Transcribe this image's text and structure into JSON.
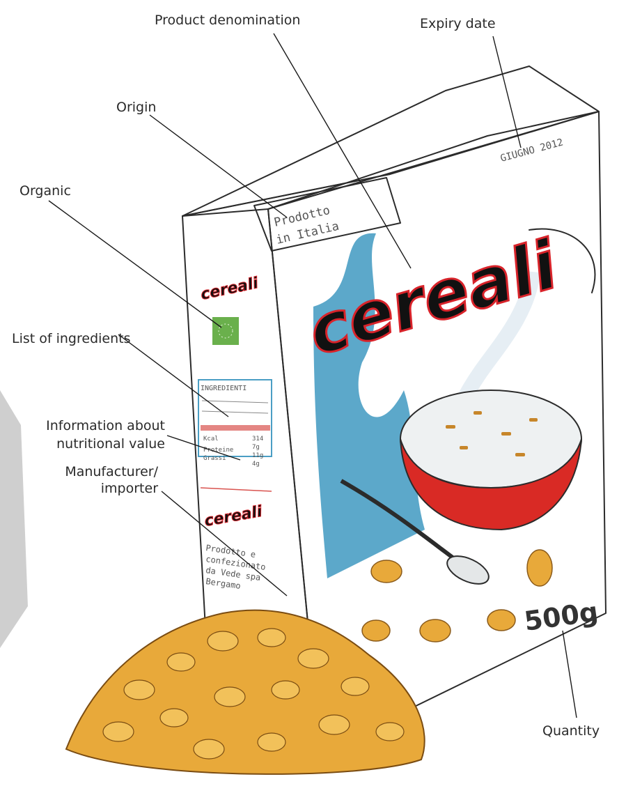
{
  "labels": {
    "product_denomination": "Product denomination",
    "expiry_date": "Expiry date",
    "origin": "Origin",
    "organic": "Organic",
    "ingredients": "List of ingredients",
    "nutrition_line1": "Information about",
    "nutrition_line2": "nutritional value",
    "manufacturer_line1": "Manufacturer/",
    "manufacturer_line2": "importer",
    "quantity": "Quantity"
  },
  "box": {
    "brand": "cereali",
    "origin_line1": "Prodotto",
    "origin_line2": "in Italia",
    "expiry": "GIUGNO 2012",
    "ingredients_header": "INGREDIENTI",
    "nutrition_rows": [
      "Kcal",
      "Proteine",
      "Grassi"
    ],
    "nutrition_values": [
      "314",
      "7g",
      "11g",
      "4g"
    ],
    "side_brand": "cereali",
    "manufacturer_line1": "Prodotto e",
    "manufacturer_line2": "confezionato",
    "manufacturer_line3": "da Vede spa",
    "manufacturer_line4": "Bergamo",
    "quantity": "500g"
  },
  "colors": {
    "brand_fill": "#111111",
    "brand_outline": "#d8232a",
    "bowl_red": "#d92a25",
    "blue_wave": "#4a9ec4",
    "organic_green": "#6ab04c",
    "cereal_gold": "#e8a93a"
  }
}
